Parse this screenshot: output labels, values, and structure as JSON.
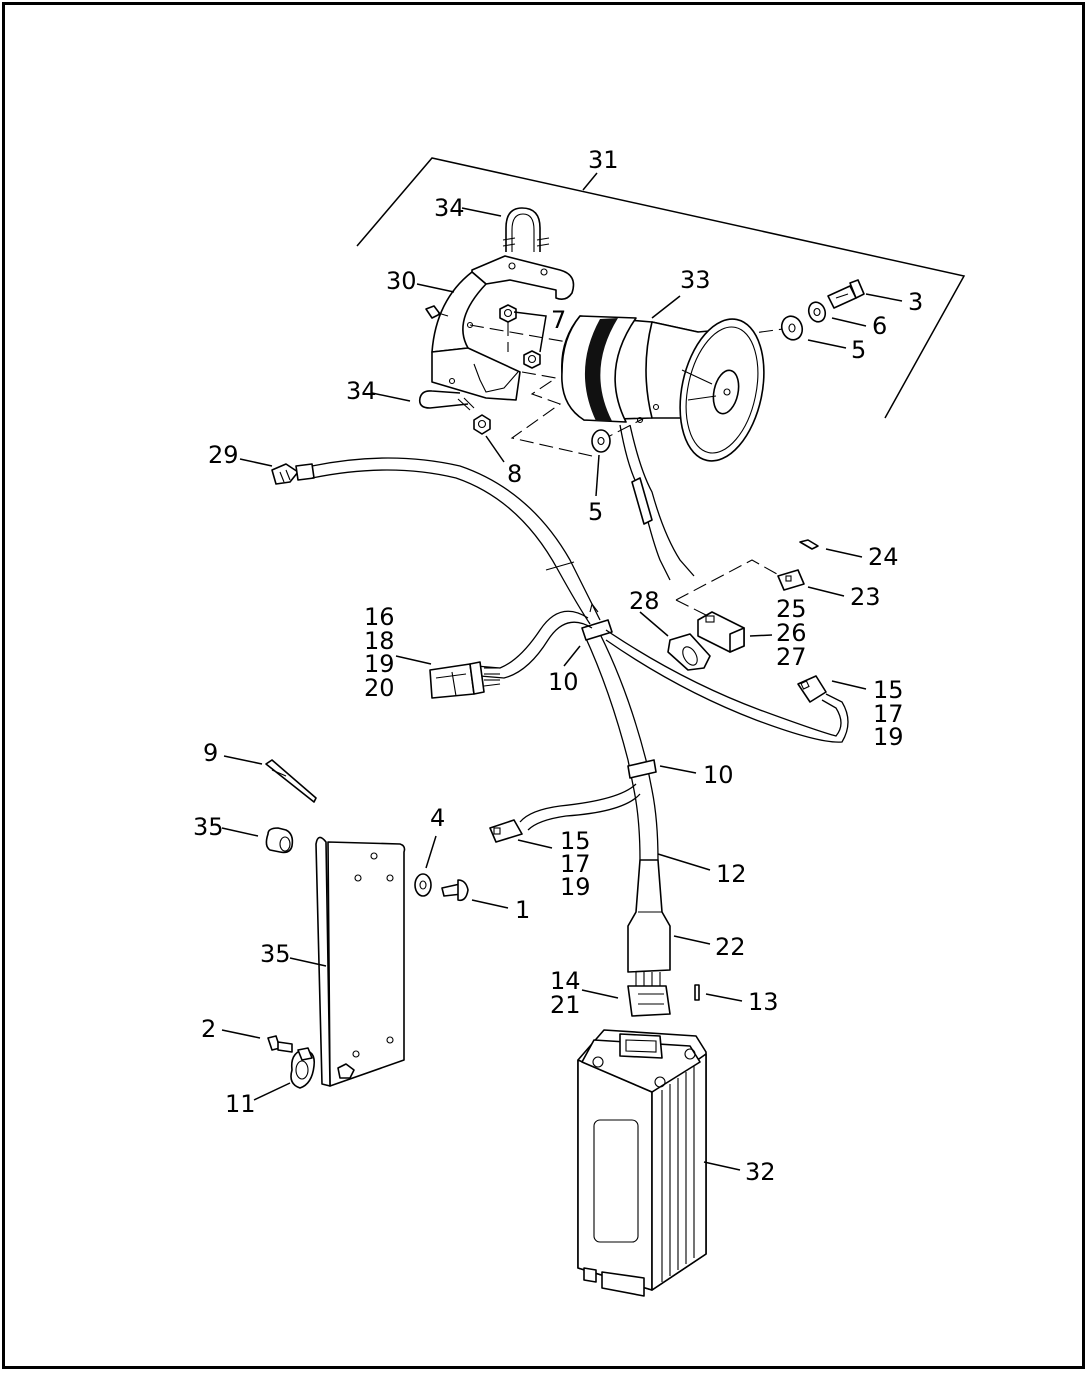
{
  "diagram": {
    "callouts": [
      {
        "id": "c31",
        "text": "31"
      },
      {
        "id": "c34a",
        "text": "34"
      },
      {
        "id": "c30",
        "text": "30"
      },
      {
        "id": "c33",
        "text": "33"
      },
      {
        "id": "c3",
        "text": "3"
      },
      {
        "id": "c6",
        "text": "6"
      },
      {
        "id": "c7",
        "text": "7"
      },
      {
        "id": "c5a",
        "text": "5"
      },
      {
        "id": "c34b",
        "text": "34"
      },
      {
        "id": "c29",
        "text": "29"
      },
      {
        "id": "c8",
        "text": "8"
      },
      {
        "id": "c5b",
        "text": "5"
      },
      {
        "id": "c24",
        "text": "24"
      },
      {
        "id": "c23",
        "text": "23"
      },
      {
        "id": "c28",
        "text": "28"
      },
      {
        "id": "c25",
        "text": "25"
      },
      {
        "id": "c26",
        "text": "26"
      },
      {
        "id": "c27",
        "text": "27"
      },
      {
        "id": "c16",
        "text": "16"
      },
      {
        "id": "c18",
        "text": "18"
      },
      {
        "id": "c19a",
        "text": "19"
      },
      {
        "id": "c20",
        "text": "20"
      },
      {
        "id": "c10a",
        "text": "10"
      },
      {
        "id": "c15a",
        "text": "15"
      },
      {
        "id": "c17a",
        "text": "17"
      },
      {
        "id": "c19b",
        "text": "19"
      },
      {
        "id": "c9",
        "text": "9"
      },
      {
        "id": "c10b",
        "text": "10"
      },
      {
        "id": "c35a",
        "text": "35"
      },
      {
        "id": "c4",
        "text": "4"
      },
      {
        "id": "c15b",
        "text": "15"
      },
      {
        "id": "c17b",
        "text": "17"
      },
      {
        "id": "c19c",
        "text": "19"
      },
      {
        "id": "c12",
        "text": "12"
      },
      {
        "id": "c1",
        "text": "1"
      },
      {
        "id": "c35b",
        "text": "35"
      },
      {
        "id": "c22",
        "text": "22"
      },
      {
        "id": "c14",
        "text": "14"
      },
      {
        "id": "c21",
        "text": "21"
      },
      {
        "id": "c13",
        "text": "13"
      },
      {
        "id": "c2",
        "text": "2"
      },
      {
        "id": "c11",
        "text": "11"
      },
      {
        "id": "c32",
        "text": "32"
      }
    ]
  }
}
